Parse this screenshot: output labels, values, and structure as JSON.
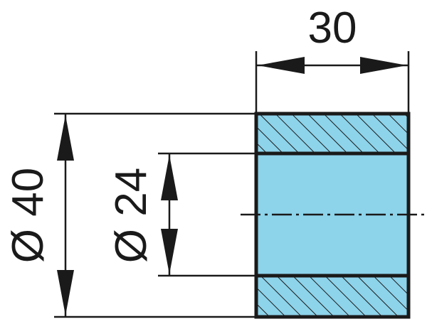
{
  "drawing": {
    "dimensions": {
      "width_label": "30",
      "outer_diameter_label": "Ø 40",
      "inner_diameter_label": "Ø 24"
    },
    "colors": {
      "line": "#1a1a1a",
      "bore_fill": "#8dd3ea",
      "section_fill": "#8dd3ea",
      "hatch": "#1a1a1a",
      "background": "#ffffff"
    }
  }
}
